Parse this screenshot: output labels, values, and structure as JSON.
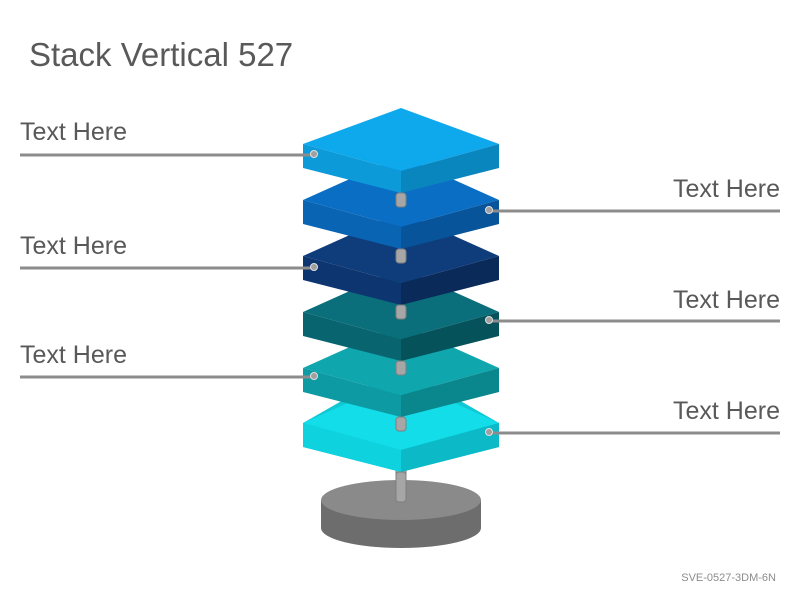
{
  "title": "Stack Vertical 527",
  "labels": [
    "Text Here",
    "Text Here",
    "Text Here",
    "Text Here",
    "Text Here",
    "Text Here"
  ],
  "code": "SVE-0527-3DM-6N",
  "colors": {
    "layers": [
      "#0ea8ec",
      "#0a6ec4",
      "#0f3d7c",
      "#0a6f7a",
      "#0fa6ae",
      "#12dde9"
    ],
    "line": "#8c8c8c",
    "base": "#808080",
    "pole": "#a6a6a6"
  }
}
